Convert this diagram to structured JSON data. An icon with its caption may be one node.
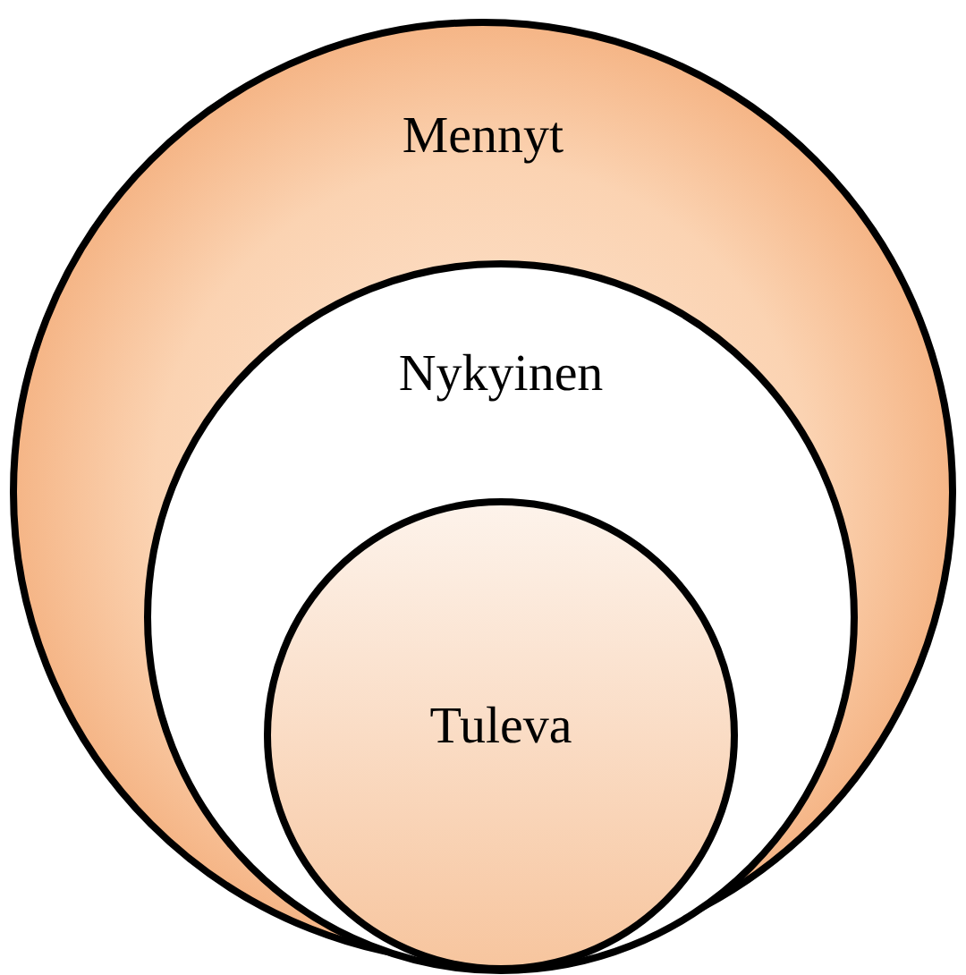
{
  "diagram": {
    "nodes": [
      {
        "text": [
          "Mennyt"
        ]
      },
      {
        "text": [
          "Nykyinen"
        ],
        "in": 0
      },
      {
        "text": [
          "Tuleva"
        ],
        "in": 1
      }
    ]
  }
}
